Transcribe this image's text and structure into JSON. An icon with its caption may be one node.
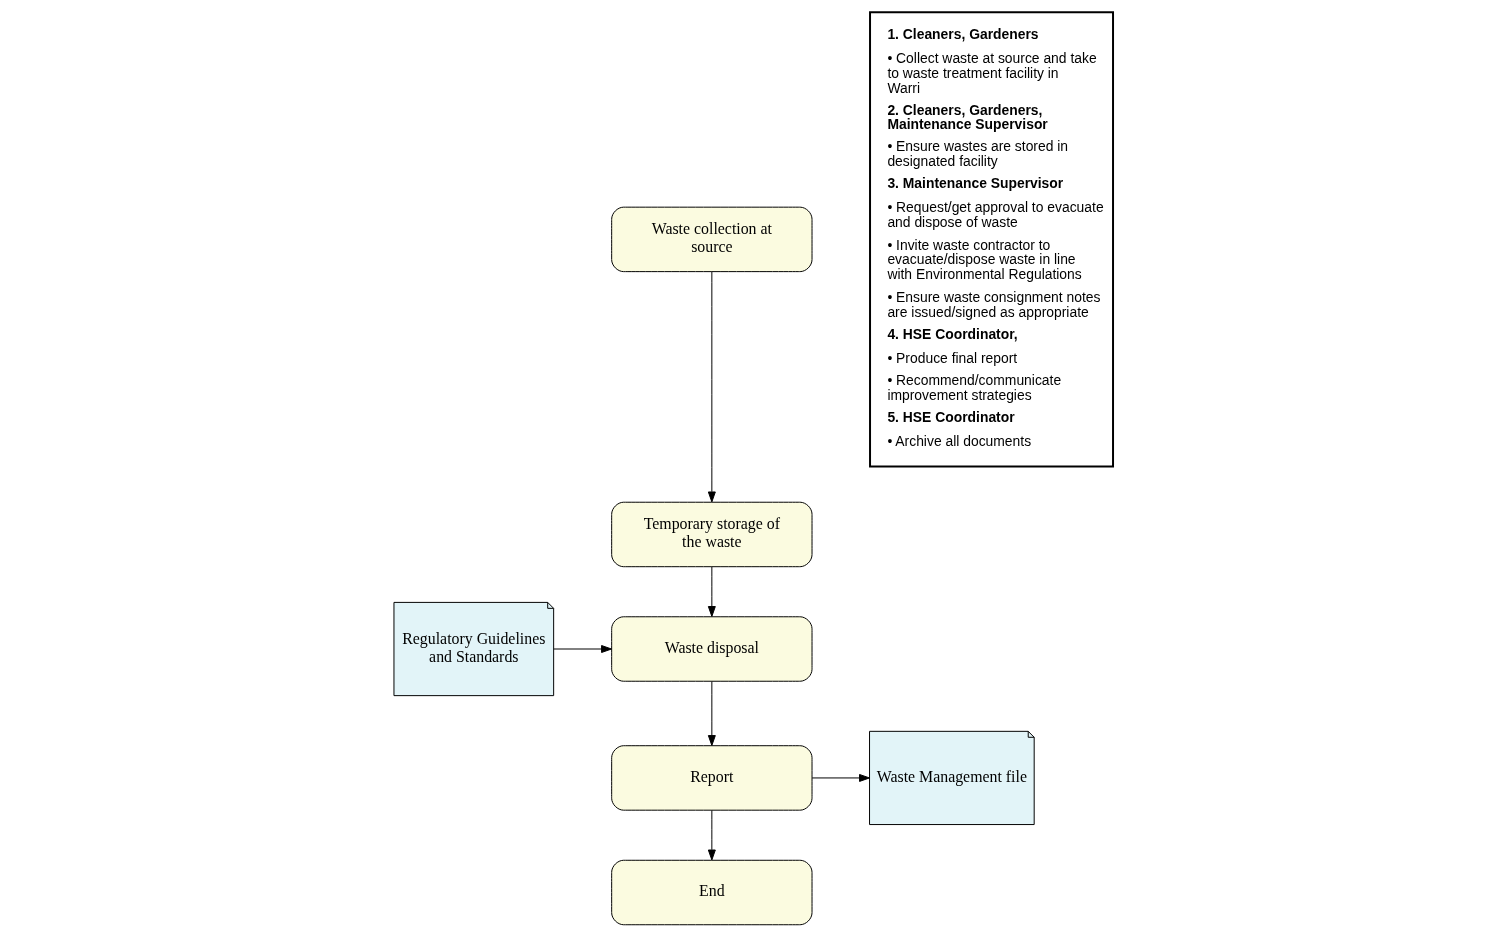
{
  "diagram": {
    "nodes": [
      {
        "text": [
          "Waste collection at source"
        ]
      },
      {
        "text": [
          "Temporary storage of the waste"
        ]
      },
      {
        "text": [
          "Regulatory Guidelines and Standards"
        ]
      },
      {
        "text": [
          "Waste disposal"
        ]
      },
      {
        "text": [
          "Report"
        ]
      },
      {
        "text": [
          "Waste Management file"
        ]
      },
      {
        "text": [
          "End"
        ]
      },
      {
        "text": [
          "1. Cleaners, Gardeners",
          "• Collect waste at source and take to waste treatment facility in Warri",
          "2. Cleaners, Gardeners, Maintenance Supervisor",
          "• Ensure wastes are stored in designated facility",
          "3. Maintenance Supervisor",
          "• Request/get approval to evacuate and dispose of waste",
          "• Invite waste contractor to evacuate/dispose waste in line with Environmental Regulations",
          "• Ensure waste consignment notes are issued/signed as appropriate",
          "4. HSE Coordinator,",
          "• Produce final report",
          "• Recommend/communicate improvement strategies",
          "5. HSE Coordinator",
          "• Archive all documents"
        ]
      }
    ],
    "edges": [
      {
        "from": 0,
        "to": 1,
        "arrow": "to"
      },
      {
        "from": 1,
        "to": 3,
        "arrow": "to"
      },
      {
        "from": 2,
        "to": 3,
        "arrow": "to"
      },
      {
        "from": 3,
        "to": 4,
        "arrow": "to"
      },
      {
        "from": 4,
        "to": 5,
        "arrow": "to"
      },
      {
        "from": 4,
        "to": 6,
        "arrow": "to"
      }
    ]
  }
}
